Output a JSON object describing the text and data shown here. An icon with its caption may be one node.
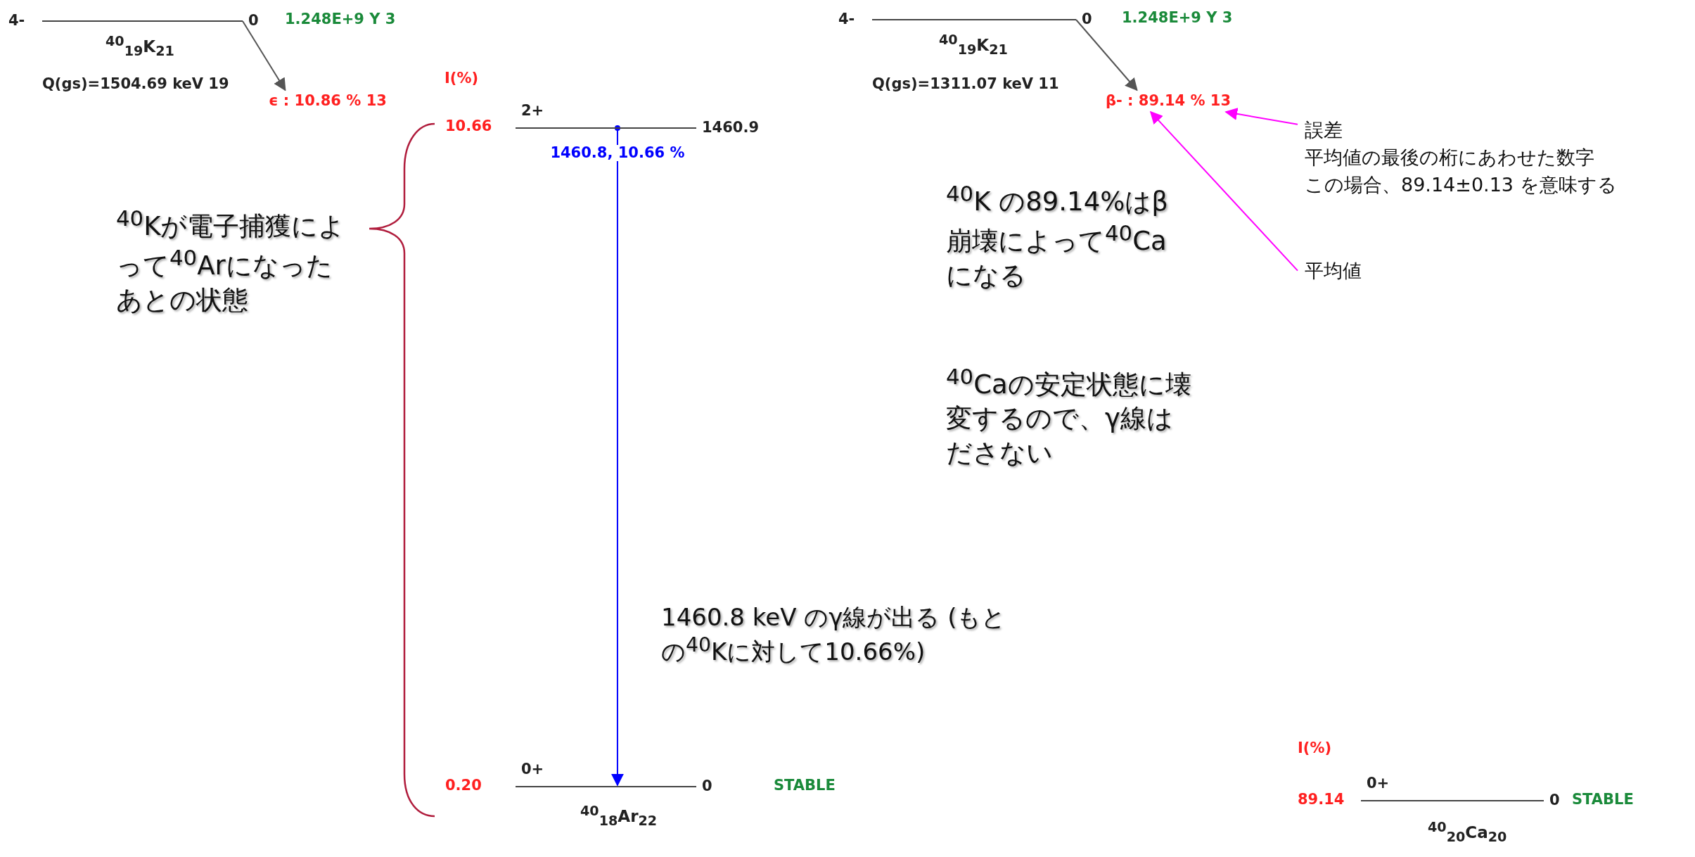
{
  "diagram": {
    "nodes": [
      {
        "text": [
          "4-",
          "0"
        ],
        "beside": [
          "1.248E+9 Y 3",
          "$^{40}$$_{19}$K$_{21}$",
          "Q(gs)=1504.69 keV 19"
        ]
      },
      {
        "text": [
          "ϵ : 10.86 % 13"
        ]
      },
      {
        "text": [
          "2+",
          "1460.9"
        ],
        "beside": [
          "10.66"
        ]
      },
      {
        "text": [
          "0+",
          "0"
        ],
        "beside": [
          "0.20",
          "$^{40}$$_{18}$Ar$_{22}$"
        ]
      },
      {
        "text": [
          "4-",
          "0"
        ],
        "beside": [
          "1.248E+9 Y 3",
          "$^{40}$$_{19}$K$_{21}$",
          "Q(gs)=1311.07 keV 11"
        ]
      },
      {
        "text": [
          "β- : 89.14 % 13"
        ]
      },
      {
        "text": [
          "誤差",
          "平均値の最後の桁にあわせた数字",
          "この場合、89.14±0.13 を意味する"
        ]
      },
      {
        "text": [
          "平均値"
        ]
      },
      {
        "text": [
          "0+",
          "0"
        ],
        "beside": [
          "89.14",
          "STABLE",
          "$^{40}$$_{20}$Ca$_{20}$"
        ]
      }
    ],
    "edges": [
      {
        "from": 0,
        "to": 1,
        "arrow": "to"
      },
      {
        "from": 2,
        "to": 3,
        "arrow": "to",
        "label": "1460.8, 10.66 %",
        "color": "#0000ff"
      },
      {
        "from": 4,
        "to": 5,
        "arrow": "to"
      },
      {
        "from": 6,
        "to": 5,
        "arrow": "to",
        "color": "#ff00ff"
      },
      {
        "from": 7,
        "to": 5,
        "arrow": "to",
        "color": "#ff00ff"
      }
    ],
    "labels": [
      "I(%)",
      "$^{40}$Kが電子捕獲によって$^{40}$Arになったあとの状態",
      "$^{40}$K の89.14%はβ崩壊によって$^{40}$Caになる",
      "$^{40}$Caの安定状態に壊変するので、γ線はださない",
      "1460.8 keV のγ線が出る (もとの$^{40}$Kに対して10.66%)",
      "STABLE",
      "I(%)"
    ]
  }
}
